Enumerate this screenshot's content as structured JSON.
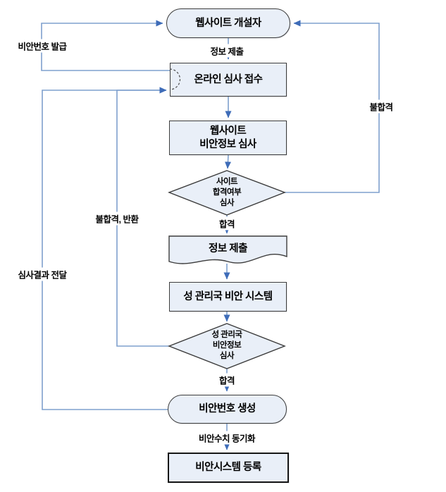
{
  "flow": {
    "nodes": {
      "start": {
        "label": "웹사이트 개설자"
      },
      "online_review": {
        "label": "온라인 심사 접수"
      },
      "website_review": {
        "line1": "웹사이트",
        "line2": "비안정보 심사"
      },
      "site_decision": {
        "line1": "사이트",
        "line2": "합격여부",
        "line3": "심사"
      },
      "info_doc": {
        "label": "정보 제출"
      },
      "province_system": {
        "label": "성 관리국 비안 시스템"
      },
      "province_decision": {
        "line1": "성 관리국",
        "line2": "비안정보",
        "line3": "심사"
      },
      "number_gen": {
        "label": "비안번호 생성"
      },
      "system_reg": {
        "label": "비안시스템 등록"
      }
    },
    "edges": {
      "submit_info": "정보 제출",
      "pass_site": "합격",
      "pass_province": "합격",
      "fail": "불합격",
      "fail_return": "불합격, 반환",
      "result_delivery": "심사결과 전달",
      "number_issue": "비안번호 발급",
      "sync": "비안수치 동기화"
    },
    "colors": {
      "node_fill": "#E9EFF8",
      "node_border": "#3C3C3C",
      "line": "#7FA0CD",
      "arrow": "#3E6CB8"
    }
  }
}
